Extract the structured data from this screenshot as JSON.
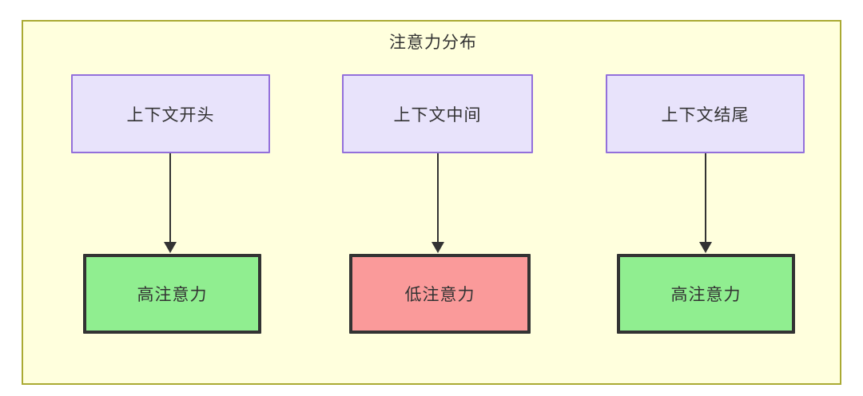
{
  "diagram": {
    "title": "注意力分布",
    "container": {
      "fill": "#ffffdd",
      "stroke": "#aaaa33"
    },
    "nodes": [
      {
        "id": "ctx-start",
        "label": "上下文开头",
        "row": "source",
        "fill": "#e8e3fb",
        "stroke": "#9370db"
      },
      {
        "id": "ctx-middle",
        "label": "上下文中间",
        "row": "source",
        "fill": "#e8e3fb",
        "stroke": "#9370db"
      },
      {
        "id": "ctx-end",
        "label": "上下文结尾",
        "row": "source",
        "fill": "#e8e3fb",
        "stroke": "#9370db"
      },
      {
        "id": "high-attn-1",
        "label": "高注意力",
        "row": "result",
        "fill": "#90ee90",
        "stroke": "#333333"
      },
      {
        "id": "low-attn",
        "label": "低注意力",
        "row": "result",
        "fill": "#fa9a9a",
        "stroke": "#333333"
      },
      {
        "id": "high-attn-2",
        "label": "高注意力",
        "row": "result",
        "fill": "#90ee90",
        "stroke": "#333333"
      }
    ],
    "edges": [
      {
        "from": "ctx-start",
        "to": "high-attn-1",
        "label": ""
      },
      {
        "from": "ctx-middle",
        "to": "low-attn",
        "label": ""
      },
      {
        "from": "ctx-end",
        "to": "high-attn-2",
        "label": ""
      }
    ]
  }
}
